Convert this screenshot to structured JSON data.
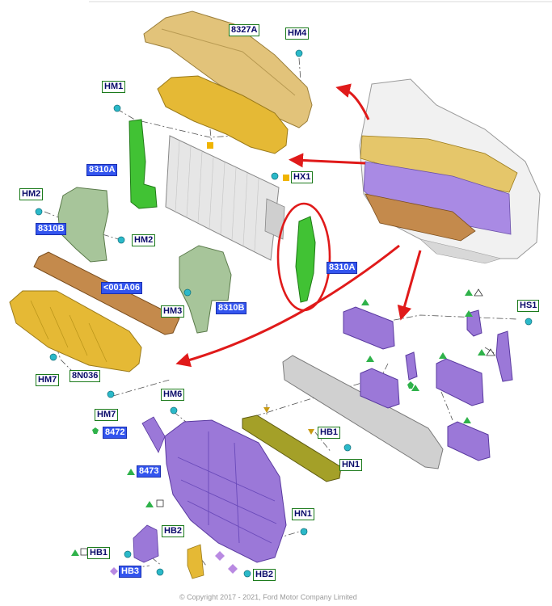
{
  "colors": {
    "tan_part": "#e2c37a",
    "gold_part": "#e5b935",
    "sage_part": "#a7c59a",
    "green_part": "#41c234",
    "purple_part": "#9b78d8",
    "olive_part": "#a4a028",
    "orange_part": "#c48a4c",
    "silver_part": "#cfcfcf",
    "callout_red": "#e01a1a",
    "symbol_green": "#2fb24a",
    "symbol_gold": "#c89a12",
    "symbol_violet": "#b98ae2",
    "fastener_cyan": "#2bb9c9"
  },
  "labels": {
    "8327A": "8327A",
    "HM4": "HM4",
    "HM1": "HM1",
    "8310A_top": "8310A",
    "HX1": "HX1",
    "HM2_a": "HM2",
    "8310B_top": "8310B",
    "HM2_b": "HM2",
    "8310A_circled": "8310A",
    "001A06": "<001A06",
    "HM3": "HM3",
    "8310B_bottom": "8310B",
    "HM7_a": "HM7",
    "8N036": "8N036",
    "HS1": "HS1",
    "HM6": "HM6",
    "HM7_b": "HM7",
    "8472": "8472",
    "HB1_a": "HB1",
    "HN1_a": "HN1",
    "8473": "8473",
    "HN1_b": "HN1",
    "HB2_a": "HB2",
    "HB1_b": "HB1",
    "HB3": "HB3",
    "HB2_b": "HB2"
  },
  "copyright": "© Copyright 2017 - 2021, Ford Motor Company Limited"
}
